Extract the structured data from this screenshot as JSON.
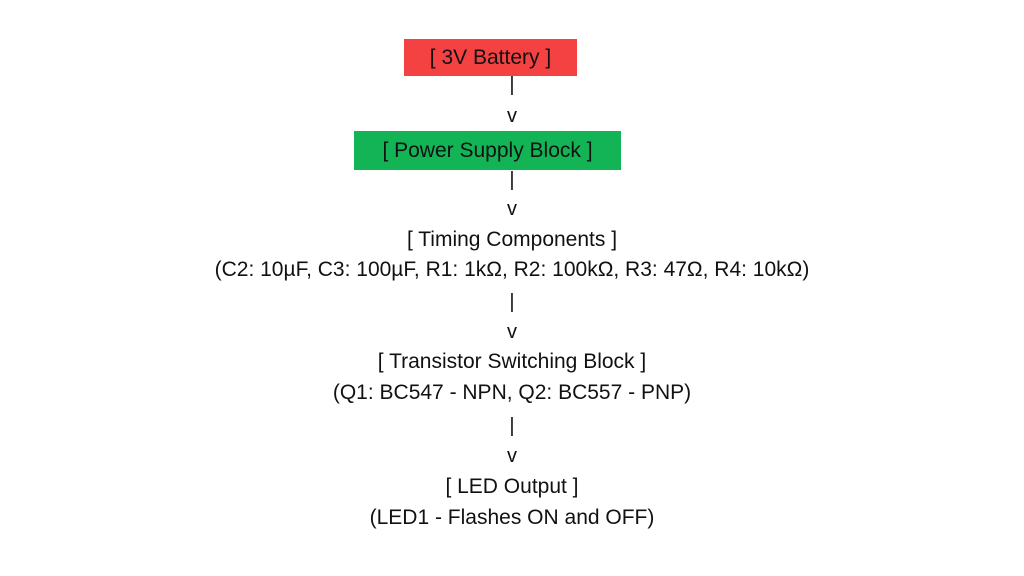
{
  "diagram": {
    "battery_block": {
      "label": "[ 3V Battery ]",
      "fill": "#f44242"
    },
    "arrow_1": {
      "bar": "|",
      "head": "v"
    },
    "power_block": {
      "label": "[ Power Supply Block ]",
      "fill": "#12b456"
    },
    "arrow_2": {
      "bar": "|",
      "head": "v"
    },
    "timing_block": {
      "label": "[ Timing Components ]",
      "detail": "(C2: 10µF, C3: 100µF, R1: 1kΩ, R2: 100kΩ, R3: 47Ω, R4: 10kΩ)"
    },
    "arrow_3": {
      "bar": "|",
      "head": "v"
    },
    "transistor_block": {
      "label": "[ Transistor Switching Block ]",
      "detail": "(Q1: BC547 - NPN, Q2: BC557 - PNP)"
    },
    "arrow_4": {
      "bar": "|",
      "head": "v"
    },
    "led_block": {
      "label": "[ LED Output ]",
      "detail": "(LED1 - Flashes ON and OFF)"
    }
  }
}
